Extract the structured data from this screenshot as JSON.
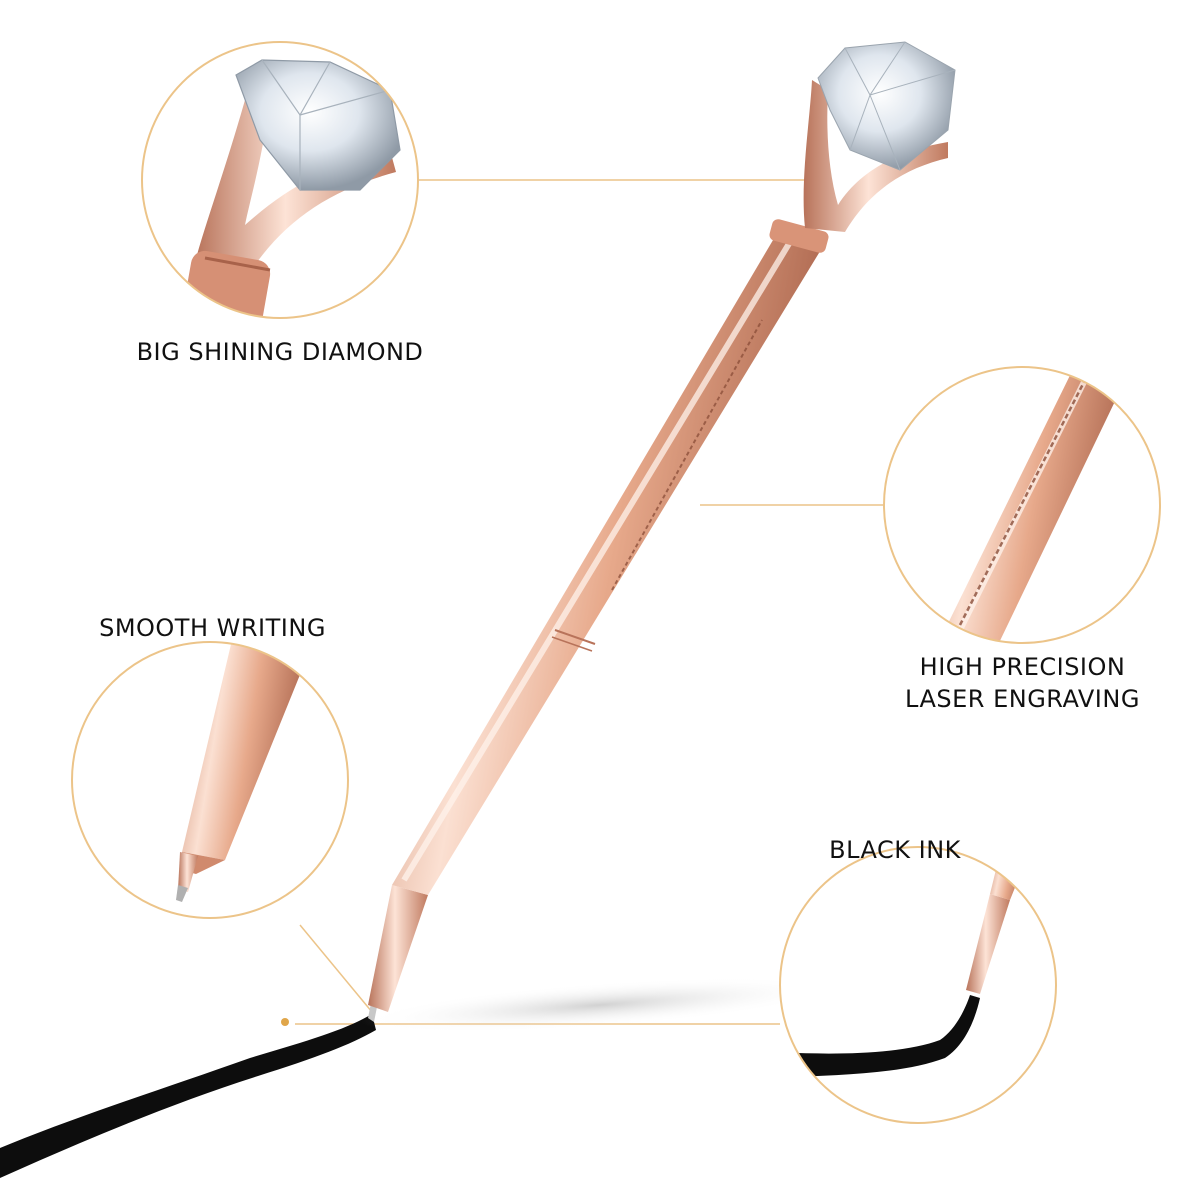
{
  "callouts": {
    "diamond": "BIG SHINING DIAMOND",
    "writing": "SMOOTH WRITING",
    "engraving_line1": "HIGH PRECISION",
    "engraving_line2": "LASER ENGRAVING",
    "ink": "BLACK INK"
  },
  "colors": {
    "rose_gold": "#e7a98b",
    "rose_gold_dark": "#b8735a",
    "rose_gold_light": "#fbe0d2",
    "circle_outline": "#ecc489",
    "ink": "#0d0d0d",
    "background": "#ffffff"
  }
}
